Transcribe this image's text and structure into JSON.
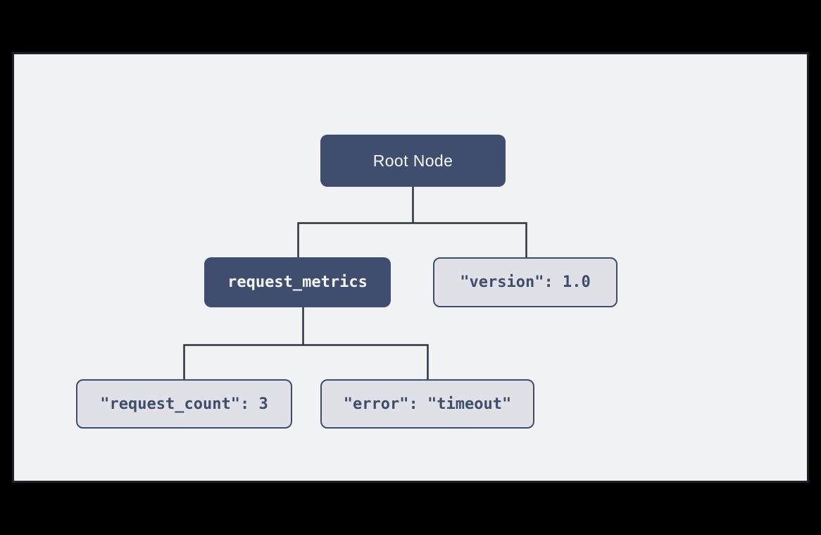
{
  "window": {
    "background": "#000000",
    "panel_background": "#f0f2f4",
    "panel_border": "#1a212b"
  },
  "colors": {
    "panel_bg": "#f0f2f4",
    "panel_border": "#1a212b",
    "branch_bg": "#3f4e6e",
    "branch_text": "#f4f5f7",
    "leaf_bg": "#dfe1e6",
    "leaf_border": "#3e4d6b",
    "leaf_text": "#3e4d6b",
    "connector": "#2d343e"
  },
  "diagram": {
    "type": "tree",
    "root": {
      "label": "Root Node",
      "kind": "branch"
    },
    "nodes": [
      {
        "label": "request_metrics",
        "kind": "branch",
        "parent": "Root Node"
      },
      {
        "label": "\"version\": 1.0",
        "kind": "leaf",
        "parent": "Root Node"
      },
      {
        "label": "\"request_count\": 3",
        "kind": "leaf",
        "parent": "request_metrics"
      },
      {
        "label": "\"error\": \"timeout\"",
        "kind": "leaf",
        "parent": "request_metrics"
      }
    ]
  }
}
